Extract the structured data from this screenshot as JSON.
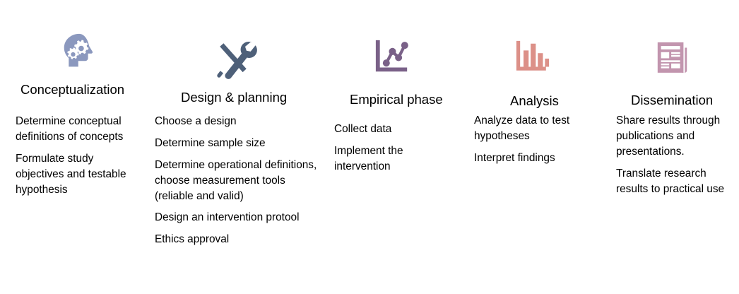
{
  "background": "#ffffff",
  "diagram": {
    "type": "research-process-stages",
    "phases": [
      {
        "id": "conceptualization",
        "icon": "head-gears-icon",
        "icon_color": "#8b98be",
        "title": "Conceptualization",
        "steps": [
          "Determine conceptual definitions of concepts",
          "Formulate study objectives and testable hypothesis"
        ]
      },
      {
        "id": "design-planning",
        "icon": "wrench-screwdriver-icon",
        "icon_color": "#4e6079",
        "title": "Design & planning",
        "steps": [
          "Choose a design",
          "Determine sample size",
          "Determine operational definitions, choose measurement tools (reliable and valid)",
          "Design an intervention protool",
          "Ethics approval"
        ]
      },
      {
        "id": "empirical-phase",
        "icon": "line-chart-icon",
        "icon_color": "#7a6188",
        "title": "Empirical phase",
        "steps": [
          "Collect data",
          "Implement the intervention"
        ]
      },
      {
        "id": "analysis",
        "icon": "bar-chart-icon",
        "icon_color": "#dc9088",
        "title": "Analysis",
        "steps": [
          "Analyze data to test hypotheses",
          "Interpret findings"
        ]
      },
      {
        "id": "dissemination",
        "icon": "newspaper-icon",
        "icon_color": "#c295ae",
        "title": "Dissemination",
        "steps": [
          "Share results through publications and presentations.",
          "Translate research results to practical use"
        ]
      }
    ]
  }
}
